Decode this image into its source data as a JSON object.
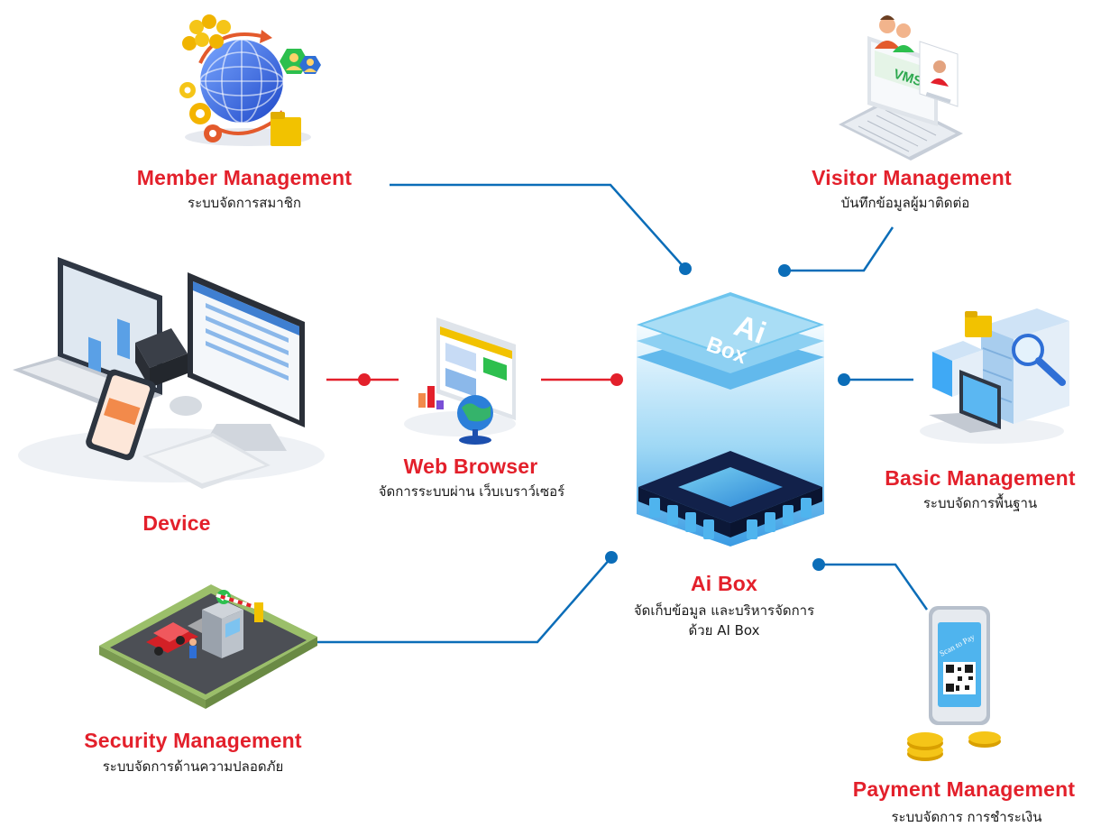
{
  "nodes": {
    "member": {
      "title": "Member Management",
      "subtitle": "ระบบจัดการสมาชิก"
    },
    "visitor": {
      "title": "Visitor Management",
      "subtitle": "บันทึกข้อมูลผู้มาติดต่อ",
      "screen_label": "VMS"
    },
    "web": {
      "title": "Web Browser",
      "subtitle": "จัดการระบบผ่าน เว็บเบราว์เซอร์"
    },
    "device": {
      "title": "Device"
    },
    "aibox": {
      "title": "Ai Box",
      "subtitle_line1": "จัดเก็บข้อมูล และบริหารจัดการ",
      "subtitle_line2": "ด้วย AI Box",
      "logo_text_1": "Ai",
      "logo_text_2": "Box"
    },
    "basic": {
      "title": "Basic Management",
      "subtitle": "ระบบจัดการพื้นฐาน"
    },
    "security": {
      "title": "Security Management",
      "subtitle": "ระบบจัดการด้านความปลอดภัย"
    },
    "payment": {
      "title": "Payment Management",
      "subtitle": "ระบบจัดการ การชำระเงิน",
      "phone_label": "Scan to Pay"
    }
  },
  "colors": {
    "title_red": "#e3202b",
    "line_blue": "#0b6db8",
    "line_red": "#e3202b"
  }
}
